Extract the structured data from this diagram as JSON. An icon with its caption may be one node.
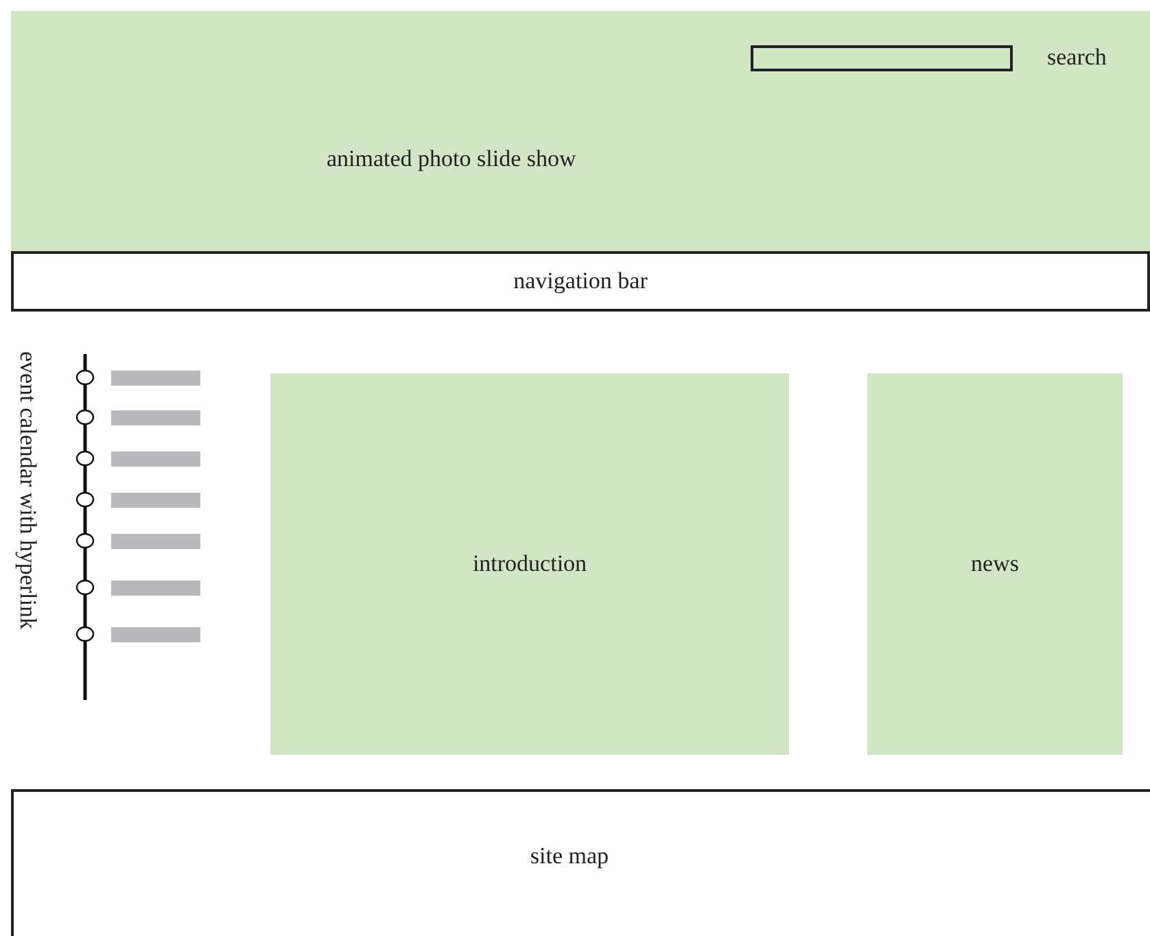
{
  "diagram": {
    "nodes": [
      {
        "text": [
          "animated photo slide show"
        ]
      },
      {
        "text": [],
        "shape": "box",
        "in": 0,
        "beside": [
          "search"
        ]
      },
      {
        "text": [
          "navigation bar"
        ]
      },
      {
        "text": [
          "introduction"
        ]
      },
      {
        "text": [
          "news"
        ]
      },
      {
        "text": [
          "site map"
        ]
      }
    ],
    "edges": [],
    "labels": [
      "event calendar with hyperlink"
    ]
  }
}
